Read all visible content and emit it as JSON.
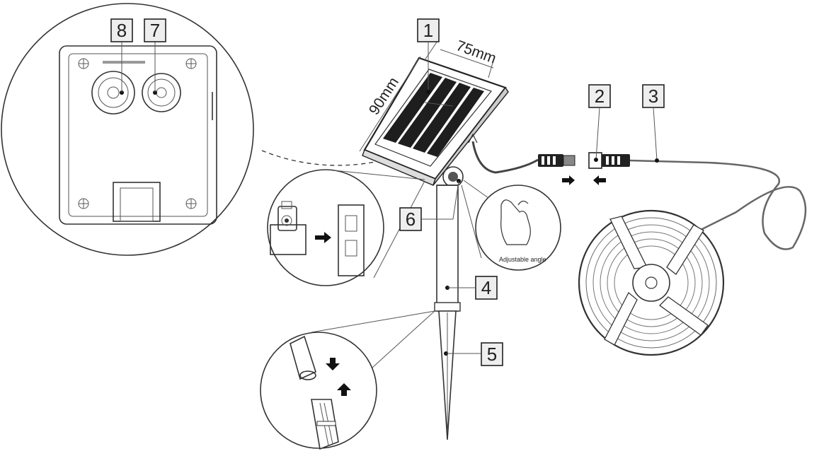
{
  "dimensions": {
    "width": "75mm",
    "height": "90mm"
  },
  "callouts": [
    "1",
    "2",
    "3",
    "4",
    "5",
    "6",
    "7",
    "8"
  ],
  "detail_labels": {
    "adjustable_angle": "Adjustable angle"
  },
  "colors": {
    "line": "#333333",
    "callout_fill": "#eeeeee",
    "panel_cell": "#1e1e1e"
  }
}
